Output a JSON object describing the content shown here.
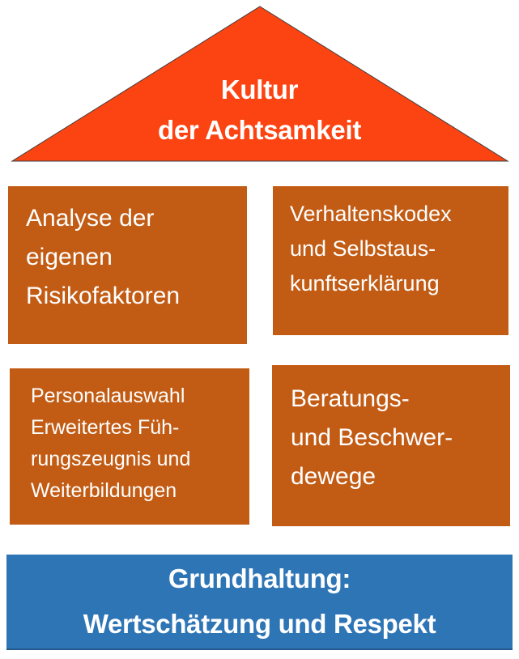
{
  "diagram": {
    "roof": {
      "lines": [
        "Kultur",
        "der Achtsamkeit"
      ]
    },
    "pillars": [
      {
        "lines": [
          "Analyse der",
          "eigenen",
          "Risikofaktoren"
        ]
      },
      {
        "lines": [
          "Verhaltenskodex",
          "und Selbstaus-",
          "kunftserklärung"
        ]
      },
      {
        "lines": [
          "Personalauswahl",
          "Erweitertes Füh-",
          "rungszeugnis und",
          "Weiterbildungen"
        ]
      },
      {
        "lines": [
          "Beratungs-",
          "und Beschwer-",
          "dewege"
        ]
      }
    ],
    "foundation": {
      "lines": [
        "Grundhaltung:",
        "Wertschätzung und Respekt"
      ]
    },
    "colors": {
      "roof_fill": "#FC4412",
      "roof_outline": "#3D3D3D",
      "pillar_fill": "#C25C15",
      "foundation_fill": "#2E75B6",
      "text": "#FFFFFF"
    }
  }
}
